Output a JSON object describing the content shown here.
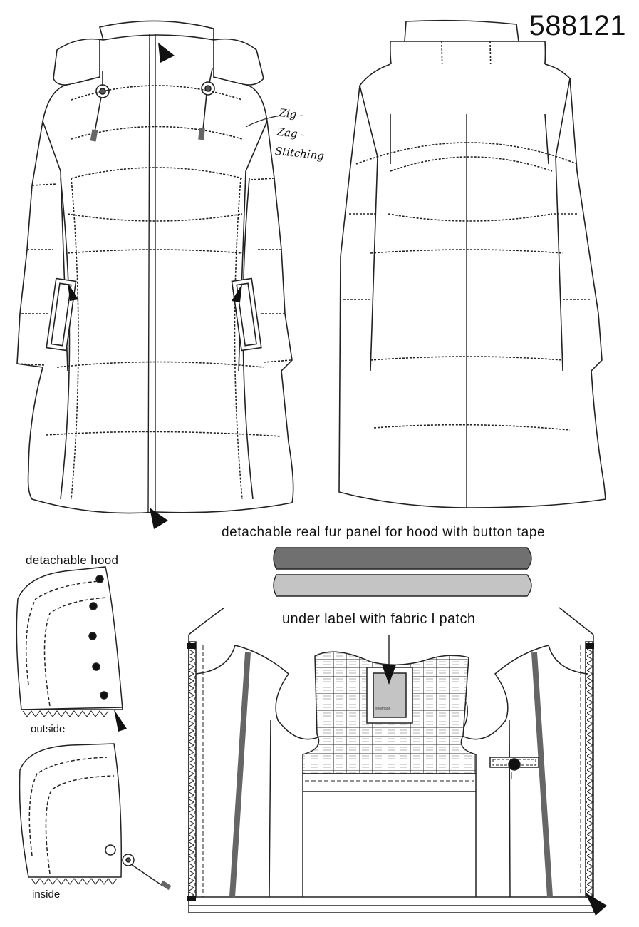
{
  "style_number": "588121",
  "front_sketch": {
    "zigzag_note": "Zig -\nZag -\nStitching"
  },
  "fur_panel": {
    "title": "detachable real fur panel for hood with button tape",
    "dark_color": "#707070",
    "light_color": "#c4c4c4"
  },
  "hood_detail": {
    "title": "detachable hood",
    "outside_label": "outside",
    "inside_label": "inside"
  },
  "lining": {
    "under_label_note": "under label with fabric l patch",
    "brand_text": "steilmann"
  }
}
